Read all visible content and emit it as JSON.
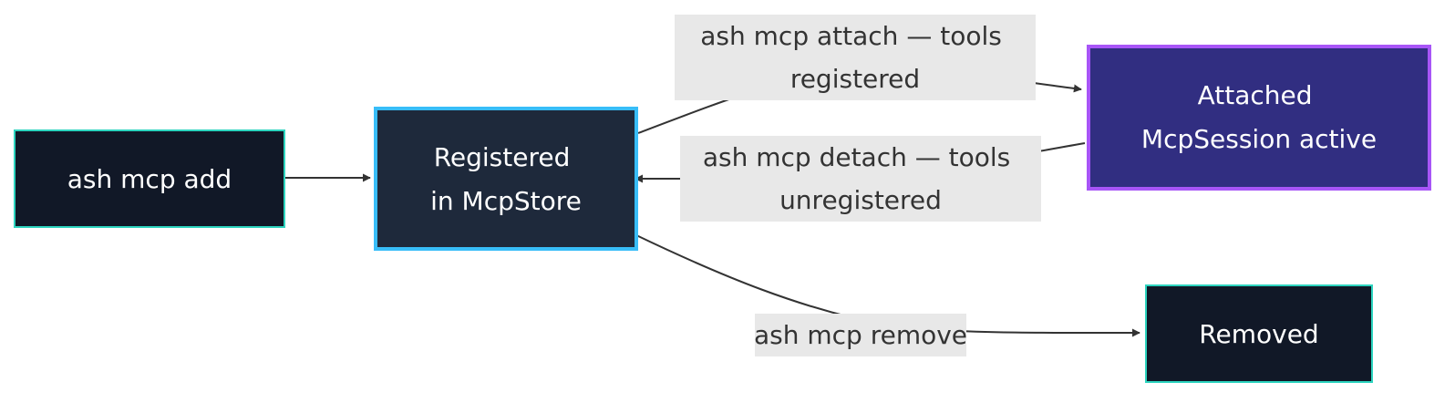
{
  "diagram": {
    "nodes": [
      {
        "id": "add",
        "lines": [
          "ash mcp add"
        ],
        "fill": "#111827",
        "stroke": "#2dd4bf"
      },
      {
        "id": "registered",
        "lines": [
          "Registered",
          "in McpStore"
        ],
        "fill": "#1e293b",
        "stroke": "#38bdf8"
      },
      {
        "id": "attached",
        "lines": [
          "Attached",
          "McpSession active"
        ],
        "fill": "#312e81",
        "stroke": "#a855f7"
      },
      {
        "id": "removed",
        "lines": [
          "Removed"
        ],
        "fill": "#111827",
        "stroke": "#2dd4bf"
      }
    ],
    "edges": [
      {
        "id": "add-to-registered",
        "from": "add",
        "to": "registered",
        "lines": []
      },
      {
        "id": "attach",
        "from": "registered",
        "to": "attached",
        "lines": [
          "ash mcp attach — tools",
          "registered"
        ]
      },
      {
        "id": "detach",
        "from": "attached",
        "to": "registered",
        "lines": [
          "ash mcp detach — tools",
          "unregistered"
        ]
      },
      {
        "id": "remove",
        "from": "registered",
        "to": "removed",
        "lines": [
          "ash mcp remove"
        ]
      }
    ]
  }
}
